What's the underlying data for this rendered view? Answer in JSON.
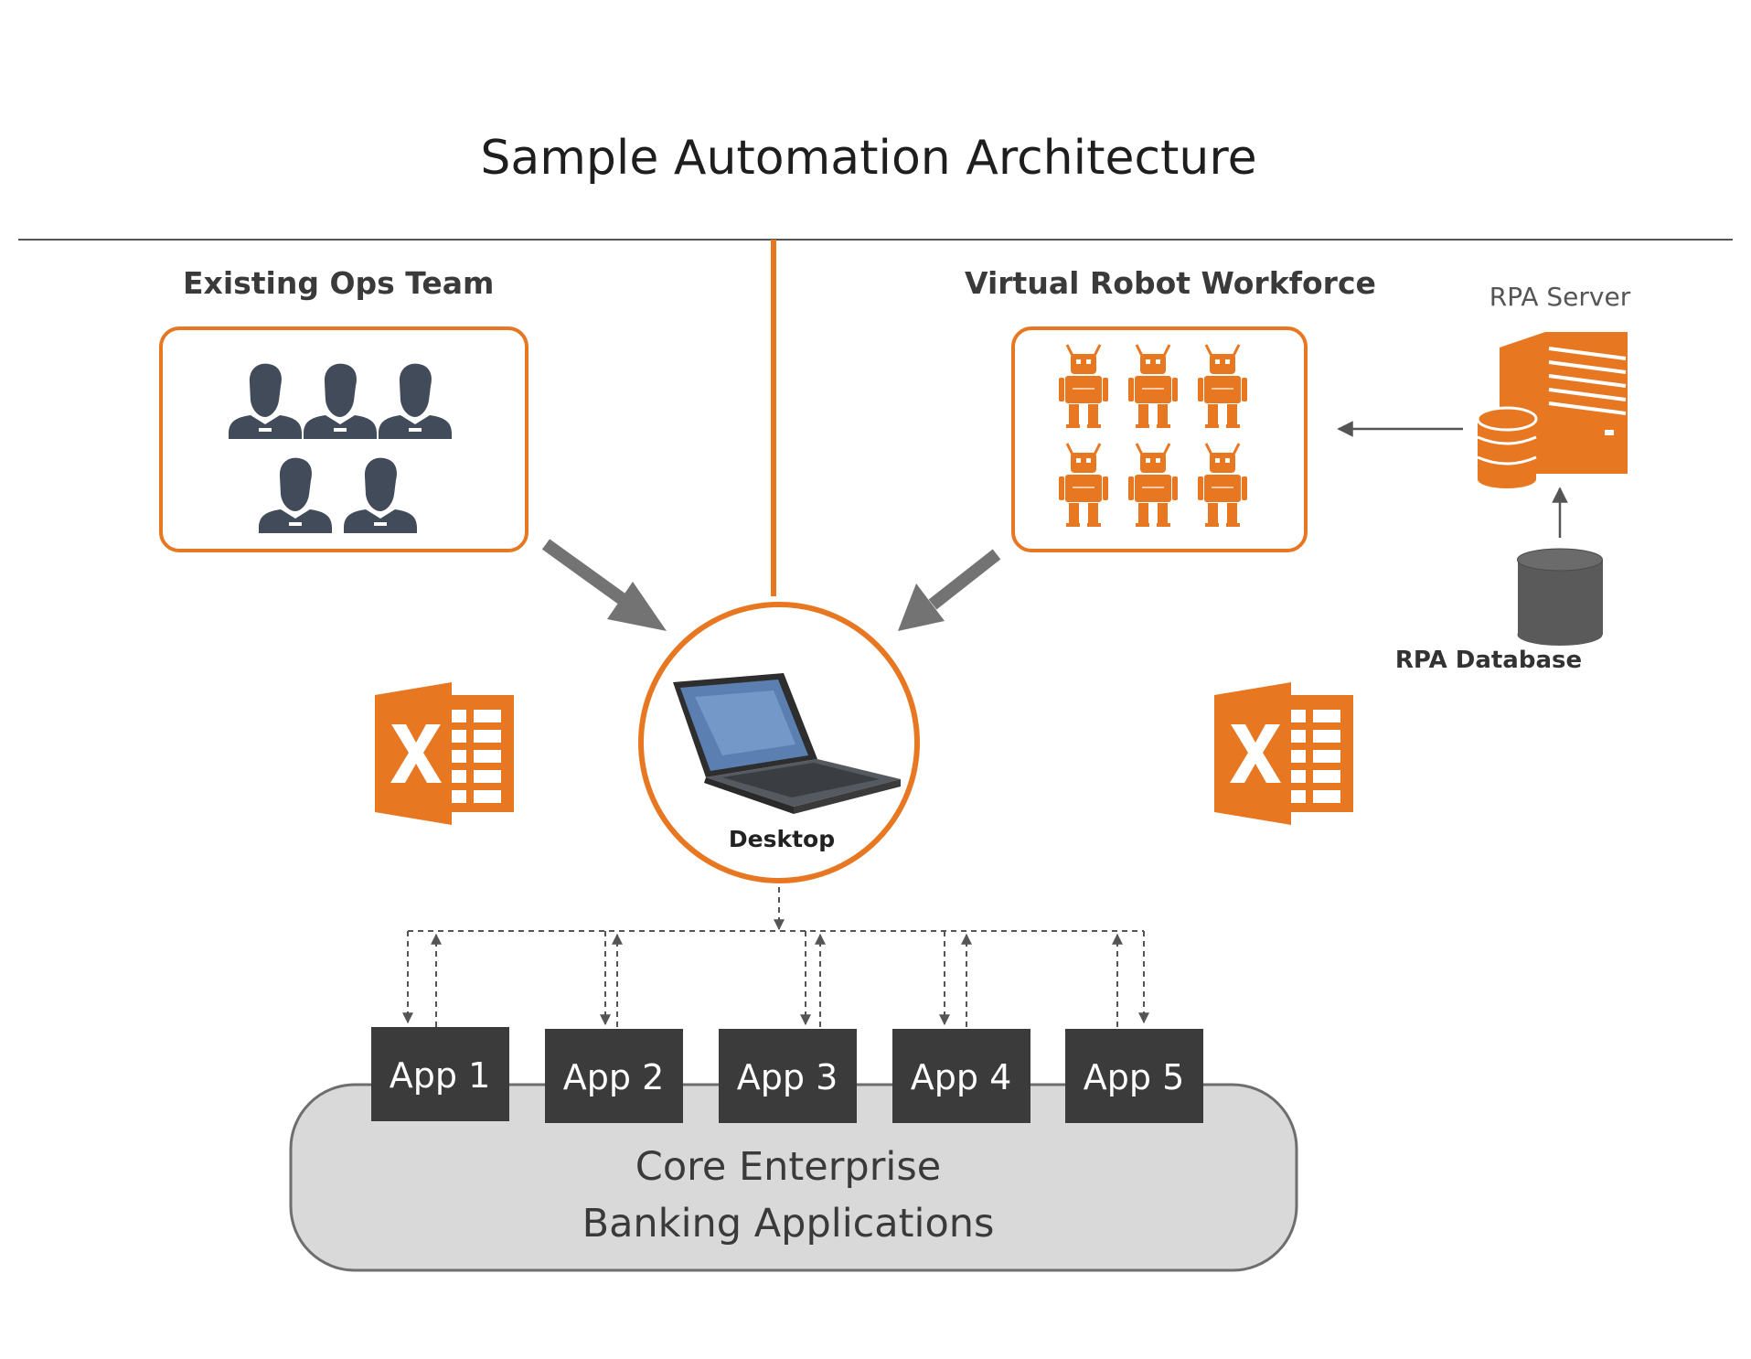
{
  "title": "Sample Automation Architecture",
  "ops_team": {
    "heading": "Existing Ops Team",
    "people_count": 5,
    "icon": "person-icon"
  },
  "robot_workforce": {
    "heading": "Virtual Robot Workforce",
    "robot_count": 6,
    "icon": "robot-icon"
  },
  "rpa_server": {
    "label": "RPA Server",
    "icon": "server-icon"
  },
  "rpa_database": {
    "label": "RPA Database",
    "icon": "database-icon"
  },
  "desktop": {
    "label": "Desktop",
    "icon": "laptop-icon"
  },
  "spreadsheet_icon": "excel-icon",
  "apps": [
    "App 1",
    "App 2",
    "App 3",
    "App 4",
    "App 5"
  ],
  "core": {
    "line1": "Core Enterprise",
    "line2": "Banking Applications"
  },
  "colors": {
    "accent": "#e87722",
    "person": "#414b5a",
    "arrow_gray": "#737373",
    "app_box": "#3b3b3b",
    "core_fill": "#d9d9d9",
    "database": "#5a5a5a"
  }
}
